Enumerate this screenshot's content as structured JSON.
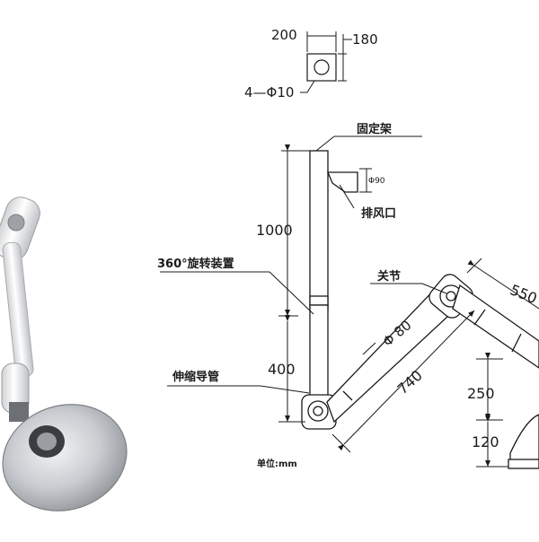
{
  "mount_plate": {
    "width": "200",
    "height": "180",
    "holes": "4—Φ10"
  },
  "labels": {
    "fixed_bracket": "固定架",
    "exhaust_port": "排风口",
    "exhaust_diameter": "Φ90",
    "rotation_device": "360°旋转装置",
    "joint": "关节",
    "telescopic_pipe": "伸缩导管",
    "unit": "单位:mm"
  },
  "dimensions": {
    "upper_pipe": "1000",
    "lower_pipe": "400",
    "arm_diameter": "Φ 80",
    "lower_arm": "740",
    "upper_arm": "550",
    "hood_offset": "250",
    "hood_height": "120"
  },
  "colors": {
    "line": "#1a1a1a",
    "arm_fill": "#f4f4f4",
    "photo_arm": "#e8e8ea",
    "photo_metal": "#b9bcc0"
  }
}
